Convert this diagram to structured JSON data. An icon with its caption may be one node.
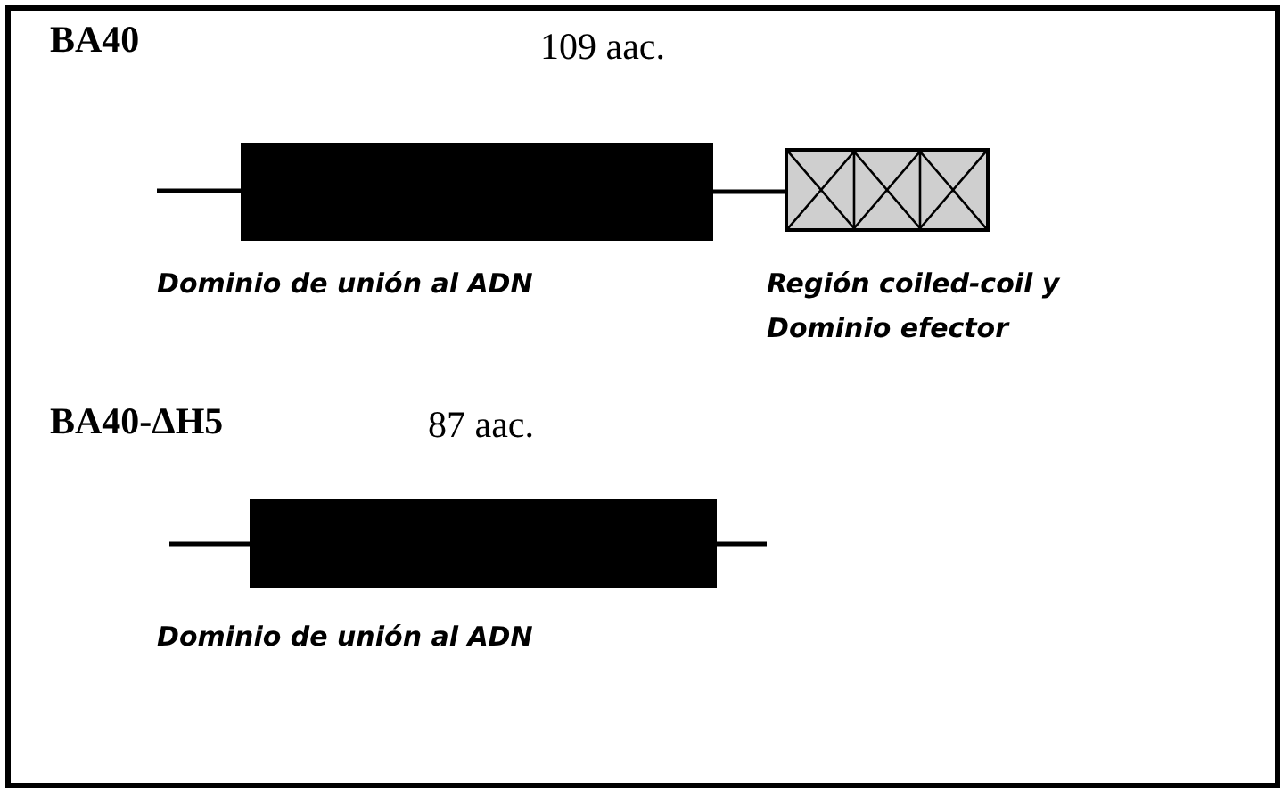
{
  "diagram": {
    "nodes": [
      {
        "text": [],
        "shape": "bar",
        "beside": [
          "109 aac.",
          "Dominio de unión al ADN"
        ]
      },
      {
        "text": [],
        "shape": "box",
        "beside": [
          "Región coiled-coil y Dominio efector"
        ]
      },
      {
        "text": [],
        "shape": "bar",
        "beside": [
          "87 aac.",
          "Dominio de unión al ADN"
        ]
      }
    ],
    "edges": [
      {
        "from": 0,
        "to": 1,
        "arrow": "none"
      }
    ],
    "labels": [
      "BA40",
      "BA40-ΔH5"
    ]
  }
}
